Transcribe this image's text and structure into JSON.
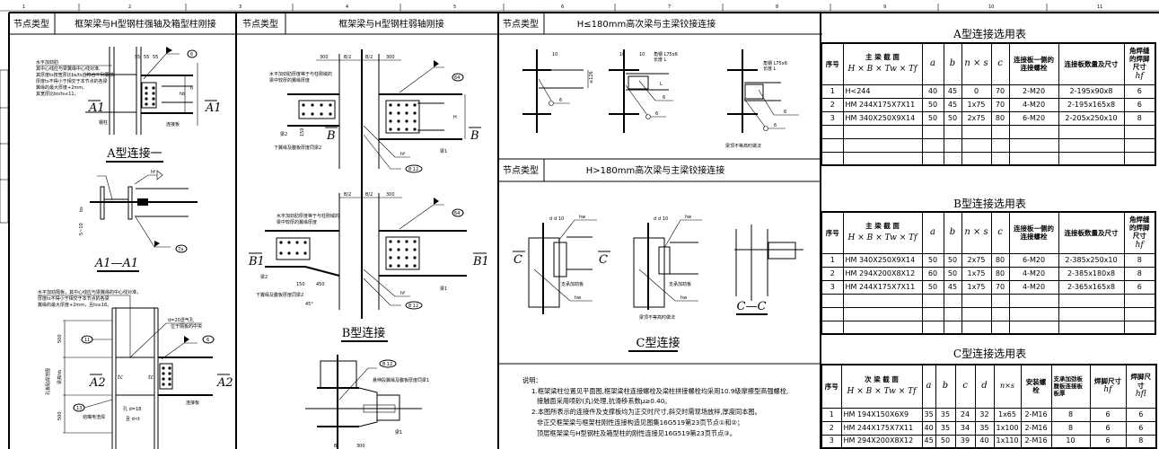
{
  "ruler": {
    "columns": [
      "1",
      "2",
      "3",
      "4",
      "5",
      "6",
      "7",
      "8",
      "9",
      "10",
      "11"
    ]
  },
  "panels": {
    "p1": {
      "type_label": "节点类型",
      "title": "框架梁与H型钢柱强轴及箱型柱刚接"
    },
    "p2": {
      "type_label": "节点类型",
      "title": "框架梁与H型钢柱弱轴刚接"
    },
    "p3": {
      "type_label": "节点类型",
      "title": "H≤180mm高次梁与主梁铰接连接"
    },
    "p4": {
      "type_label": "节点类型",
      "title": "H>180mm高次梁与主梁铰接连接"
    }
  },
  "drawing_a": {
    "note": [
      "水平加劲肋",
      "其中心线应与梁翼缘中心线对准,",
      "其厚度ts按宽厚比bs/ts应符合下列要求:",
      "厚度ts不得小于相交于本节点的各梁",
      "翼缘的最大厚度+2mm,",
      "其宽厚比bs/ts≤11。"
    ],
    "section_mark": "A1",
    "col_label": "钢柱",
    "plate_label": "连接板",
    "dims": [
      "55",
      "55",
      "55",
      "hb",
      "h"
    ],
    "callout_weld": "6",
    "title": "A型连接一",
    "section_title": "A1—A1",
    "section_dims": [
      "bs",
      "5~10"
    ],
    "callout_7a": "7a",
    "hf_label": "hf"
  },
  "drawing_a2": {
    "note": [
      "水平加劲隔板，其中心线应与梁翼缘的中心线对准，",
      "厚度ts不得小于相交于本节点的各梁",
      "翼缘的最大厚度+2mm，且ts≥16。"
    ],
    "vent": "d=20透气孔",
    "vent2": "位于隔板的中央",
    "hole": "孔 d=18",
    "hole2": "且 d<t",
    "weld": "熔嘴电渣焊",
    "plate_label": "连接板",
    "dim_500": "500",
    "beam_h": "梁高hb",
    "zone": "孔板贴焊范围",
    "tc": "tc",
    "section_mark": "A2",
    "callouts": [
      "11",
      "13",
      "6"
    ]
  },
  "drawing_b": {
    "note": [
      "水平加劲肋厚度等于与柱刚域的",
      "梁中较厚的翼缘厚度"
    ],
    "dims": [
      "300",
      "B/2",
      "B/2",
      "300",
      "H",
      "150"
    ],
    "lower_label": "下翼缘及腹板厚度同梁2",
    "beam1": "梁1",
    "beam2": "梁2",
    "section_mark": "B",
    "section_mark2": "B1",
    "callout_64": "64",
    "callout_812": "8 12",
    "hf": "hf",
    "dims2": [
      "150",
      "450",
      "45°"
    ],
    "title": "B型连接",
    "ext_label": "悬伸段翼缘及腹板厚度同梁1",
    "bottom_dims": [
      "B",
      "300"
    ]
  },
  "drawing_c1": {
    "angle": [
      "角钢 L75x6",
      "长度 L"
    ],
    "dims": [
      "10",
      "10",
      "≤126",
      "L"
    ],
    "weld": "6",
    "note": "梁顶不等高时做法"
  },
  "drawing_c2": {
    "dims": [
      "d",
      "d",
      "10"
    ],
    "stiffener": "支承加劲板",
    "hw": "hw",
    "section_mark": "C",
    "section_title": "C—C",
    "note": "梁顶不等高时做法",
    "title": "C型连接"
  },
  "notes": {
    "heading": "说明：",
    "lines": [
      "1.框架梁柱位置见平面图,框架梁柱连接螺栓及梁柱拼接螺栓均采用10.9级摩擦型高强螺栓,",
      "接触面采用喷砂(丸)处理,抗滑移系数μ≥0.40。",
      "2.本图所表示的连接件及支撑板均为正交时尺寸,斜交时需现场放样,厚度同本图。",
      "非正交框架梁与框架柱刚性连接构造见图集16G519第23页节点①和②；",
      "顶层框架梁与H型钢柱及箱型柱的刚性连接见16G519第23页节点③。"
    ]
  },
  "table_a": {
    "title": "A型连接选用表",
    "headers": [
      "序号",
      "主 梁 截 面",
      "H × B × Tw × Tf",
      "a",
      "b",
      "n × s",
      "c",
      "连接板一侧的连接螺栓",
      "连接板数量及尺寸",
      "角焊缝的焊脚尺寸",
      "hf"
    ],
    "rows": [
      [
        "1",
        "H<244",
        "40",
        "45",
        "0",
        "70",
        "2-M20",
        "2-195x90x8",
        "6"
      ],
      [
        "2",
        "HM 244X175X7X11",
        "50",
        "45",
        "1x75",
        "70",
        "4-M20",
        "2-195x165x8",
        "6"
      ],
      [
        "3",
        "HM 340X250X9X14",
        "50",
        "50",
        "2x75",
        "80",
        "6-M20",
        "2-205x250x10",
        "8"
      ]
    ],
    "empty_rows": 3
  },
  "table_b": {
    "title": "B型连接选用表",
    "headers": [
      "序号",
      "主 梁 截 面",
      "H × B × Tw × Tf",
      "a",
      "b",
      "n × s",
      "c",
      "连接板一侧的连接螺栓",
      "连接板数量及尺寸",
      "角焊缝的焊脚尺寸",
      "hf"
    ],
    "rows": [
      [
        "1",
        "HM 340X250X9X14",
        "50",
        "50",
        "2x75",
        "80",
        "6-M20",
        "2-385x250x10",
        "8"
      ],
      [
        "2",
        "HM 294X200X8X12",
        "60",
        "50",
        "1x75",
        "80",
        "4-M20",
        "2-385x180x8",
        "8"
      ],
      [
        "3",
        "HM 244X175X7X11",
        "50",
        "45",
        "1x75",
        "70",
        "4-M20",
        "2-365x165x8",
        "6"
      ]
    ],
    "empty_rows": 3
  },
  "table_c": {
    "title": "C型连接选用表",
    "headers": [
      "序号",
      "次 梁 截 面",
      "H × B × Tw × Tf",
      "a",
      "b",
      "c",
      "d",
      "n×s",
      "安装螺栓",
      "支承加劲板腹板连接板板厚",
      "焊脚尺寸",
      "hf",
      "焊脚尺寸",
      "hfl"
    ],
    "rows": [
      [
        "1",
        "HM 194X150X6X9",
        "35",
        "35",
        "24",
        "32",
        "1x65",
        "2-M16",
        "8",
        "6",
        "6"
      ],
      [
        "2",
        "HM 244X175X7X11",
        "40",
        "35",
        "34",
        "35",
        "1x100",
        "2-M16",
        "8",
        "6",
        "6"
      ],
      [
        "3",
        "HM 294X200X8X12",
        "45",
        "50",
        "39",
        "40",
        "1x110",
        "2-M16",
        "10",
        "6",
        "8"
      ]
    ]
  }
}
